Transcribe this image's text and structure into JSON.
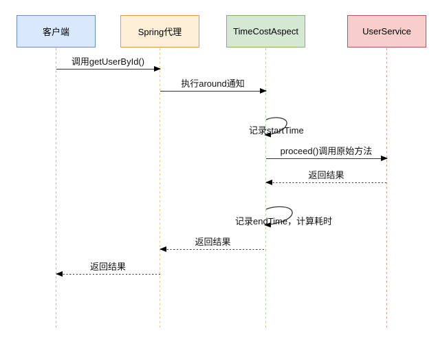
{
  "diagram": {
    "type": "sequence-diagram",
    "colors": {
      "background": "#ffffff",
      "message_line": "#333333",
      "arrowhead": "#000000",
      "text": "#111111"
    },
    "actors": [
      {
        "id": "client",
        "label": "客户端",
        "fill": "#dae8fc",
        "stroke": "#6c8ebf"
      },
      {
        "id": "spring-proxy",
        "label": "Spring代理",
        "fill": "#fdeed8",
        "stroke": "#e0a03d"
      },
      {
        "id": "time-cost-aspect",
        "label": "TimeCostAspect",
        "fill": "#d5e8d4",
        "stroke": "#82b366"
      },
      {
        "id": "user-service",
        "label": "UserService",
        "fill": "#f8cecc",
        "stroke": "#b85450"
      }
    ],
    "messages": [
      {
        "from": "客户端",
        "to": "Spring代理",
        "label": "调用getUserById()",
        "line": "solid",
        "direction": "right"
      },
      {
        "from": "Spring代理",
        "to": "TimeCostAspect",
        "label": "执行around通知",
        "line": "solid",
        "direction": "right"
      },
      {
        "from": "TimeCostAspect",
        "to": "TimeCostAspect",
        "label": "记录startTime",
        "line": "solid",
        "direction": "self"
      },
      {
        "from": "TimeCostAspect",
        "to": "UserService",
        "label": "proceed()调用原始方法",
        "line": "solid",
        "direction": "right"
      },
      {
        "from": "UserService",
        "to": "TimeCostAspect",
        "label": "返回结果",
        "line": "dashed",
        "direction": "left"
      },
      {
        "from": "TimeCostAspect",
        "to": "TimeCostAspect",
        "label": "记录endTime，计算耗时",
        "line": "solid",
        "direction": "self"
      },
      {
        "from": "TimeCostAspect",
        "to": "Spring代理",
        "label": "返回结果",
        "line": "dashed",
        "direction": "left"
      },
      {
        "from": "Spring代理",
        "to": "客户端",
        "label": "返回结果",
        "line": "dashed",
        "direction": "left"
      }
    ]
  }
}
